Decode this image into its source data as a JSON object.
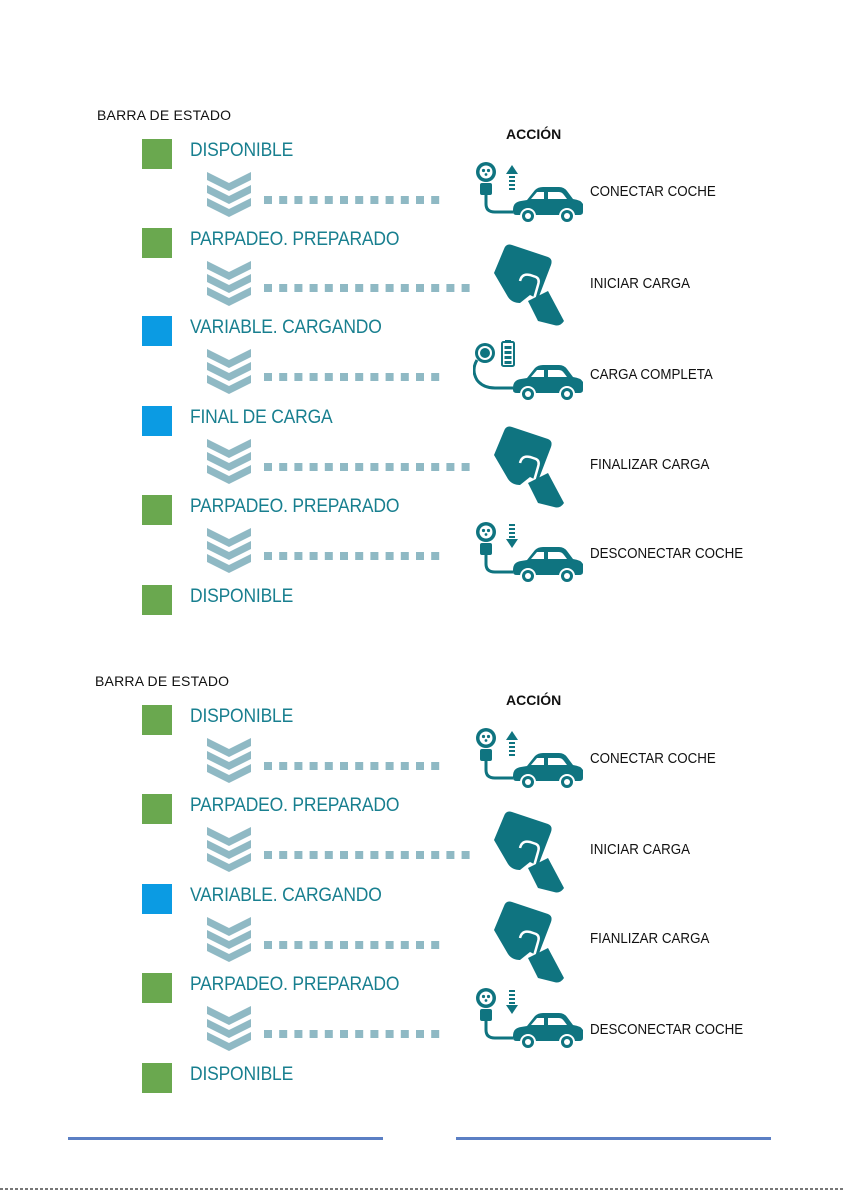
{
  "colors": {
    "green": "#6aa84f",
    "blue": "#0b9be3",
    "teal": "#187f8f",
    "chevron": "#8fb9c4",
    "icon": "#0f7480"
  },
  "sections": [
    {
      "title": "BARRA DE ESTADO",
      "action_header": "ACCIÓN",
      "states": [
        {
          "label": "DISPONIBLE",
          "color": "green"
        },
        {
          "label": "PARPADEO. PREPARADO",
          "color": "green"
        },
        {
          "label": "VARIABLE. CARGANDO",
          "color": "blue"
        },
        {
          "label": "FINAL DE CARGA",
          "color": "blue"
        },
        {
          "label": "PARPADEO. PREPARADO",
          "color": "green"
        },
        {
          "label": "DISPONIBLE",
          "color": "green"
        }
      ],
      "actions": [
        {
          "label": "CONECTAR COCHE",
          "icon": "plug-in-car-icon"
        },
        {
          "label": "INICIAR CARGA",
          "icon": "card-hand-icon"
        },
        {
          "label": "CARGA COMPLETA",
          "icon": "battery-full-car-icon"
        },
        {
          "label": "FINALIZAR CARGA",
          "icon": "card-hand-icon"
        },
        {
          "label": "DESCONECTAR COCHE",
          "icon": "plug-out-car-icon"
        }
      ]
    },
    {
      "title": "BARRA DE ESTADO",
      "action_header": "ACCIÓN",
      "states": [
        {
          "label": "DISPONIBLE",
          "color": "green"
        },
        {
          "label": "PARPADEO. PREPARADO",
          "color": "green"
        },
        {
          "label": "VARIABLE. CARGANDO",
          "color": "blue"
        },
        {
          "label": "PARPADEO. PREPARADO",
          "color": "green"
        },
        {
          "label": "DISPONIBLE",
          "color": "green"
        }
      ],
      "actions": [
        {
          "label": "CONECTAR COCHE",
          "icon": "plug-in-car-icon"
        },
        {
          "label": "INICIAR CARGA",
          "icon": "card-hand-icon"
        },
        {
          "label": "FIANLIZAR CARGA",
          "icon": "card-hand-icon"
        },
        {
          "label": "DESCONECTAR COCHE",
          "icon": "plug-out-car-icon"
        }
      ]
    }
  ]
}
